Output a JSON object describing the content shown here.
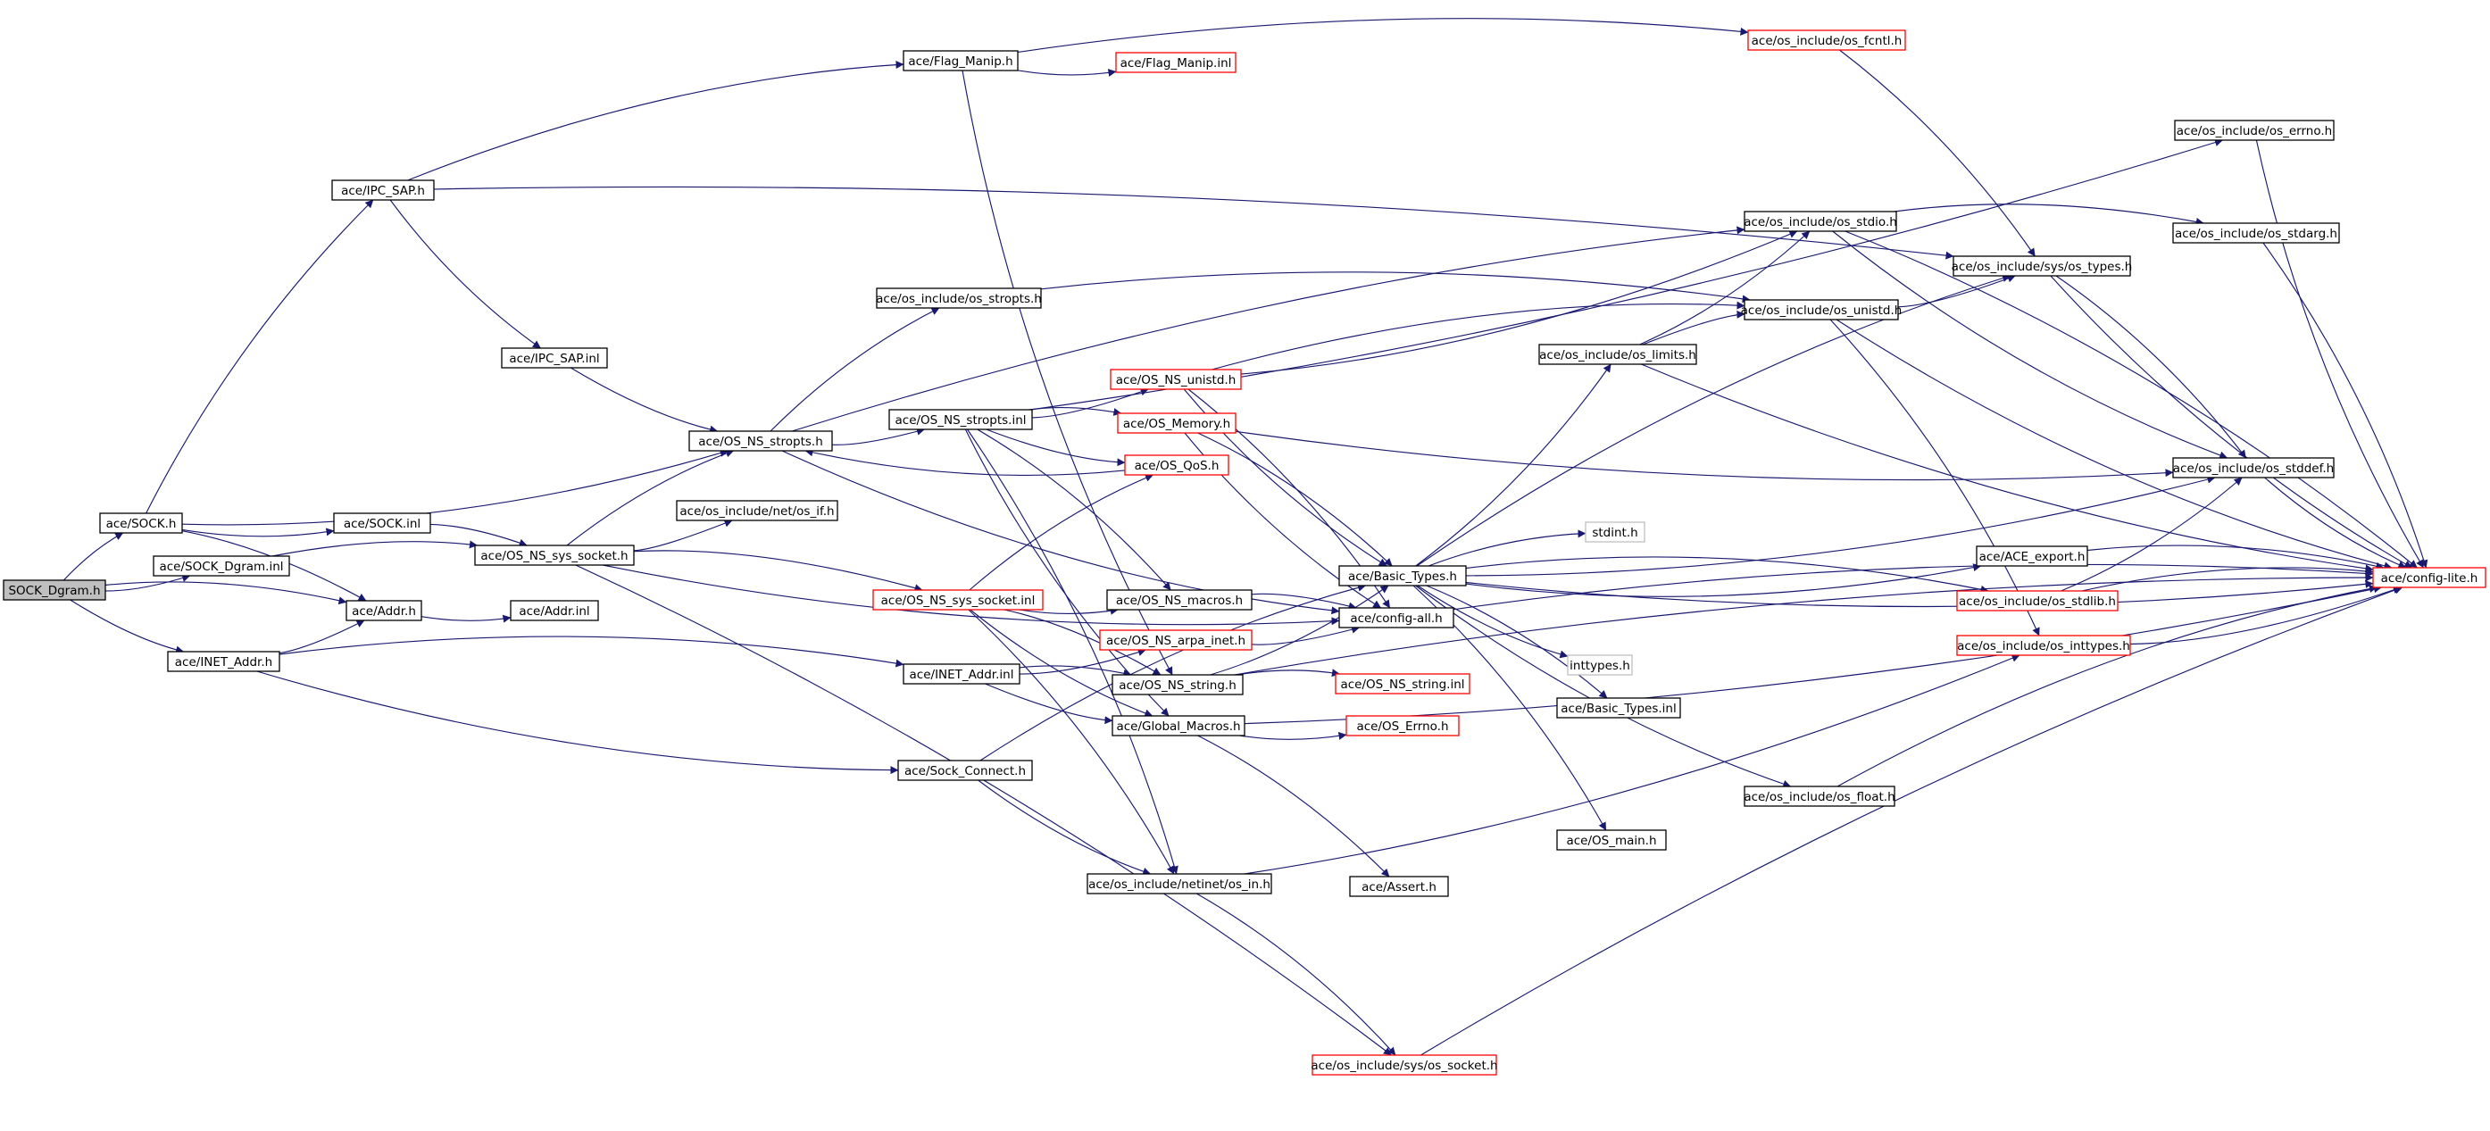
{
  "colors": {
    "edge": "#191970",
    "box_documented": "#000000",
    "box_undocumented": "#ff0000",
    "box_missing": "#bfbfbf",
    "root_fill": "#bfbfbf",
    "background": "#ffffff"
  },
  "nodes": [
    {
      "id": "SOCK_Dgram_h",
      "label": "SOCK_Dgram.h",
      "style": "root"
    },
    {
      "id": "SOCK_h",
      "label": "ace/SOCK.h",
      "style": "documented"
    },
    {
      "id": "SOCK_Dgram_inl",
      "label": "ace/SOCK_Dgram.inl",
      "style": "documented"
    },
    {
      "id": "INET_Addr_h",
      "label": "ace/INET_Addr.h",
      "style": "documented"
    },
    {
      "id": "IPC_SAP_h",
      "label": "ace/IPC_SAP.h",
      "style": "documented"
    },
    {
      "id": "IPC_SAP_inl",
      "label": "ace/IPC_SAP.inl",
      "style": "documented"
    },
    {
      "id": "SOCK_inl",
      "label": "ace/SOCK.inl",
      "style": "documented"
    },
    {
      "id": "Addr_h",
      "label": "ace/Addr.h",
      "style": "documented"
    },
    {
      "id": "Addr_inl",
      "label": "ace/Addr.inl",
      "style": "documented"
    },
    {
      "id": "OS_NS_stropts_h",
      "label": "ace/OS_NS_stropts.h",
      "style": "documented"
    },
    {
      "id": "OS_NS_sys_socket_h",
      "label": "ace/OS_NS_sys_socket.h",
      "style": "documented"
    },
    {
      "id": "os_if_h",
      "label": "ace/os_include/net/os_if.h",
      "style": "documented"
    },
    {
      "id": "Flag_Manip_h",
      "label": "ace/Flag_Manip.h",
      "style": "documented"
    },
    {
      "id": "Flag_Manip_inl",
      "label": "ace/Flag_Manip.inl",
      "style": "undocumented"
    },
    {
      "id": "os_stropts_h",
      "label": "ace/os_include/os_stropts.h",
      "style": "documented"
    },
    {
      "id": "OS_NS_stropts_inl",
      "label": "ace/OS_NS_stropts.inl",
      "style": "documented"
    },
    {
      "id": "OS_NS_sys_socket_inl",
      "label": "ace/OS_NS_sys_socket.inl",
      "style": "undocumented"
    },
    {
      "id": "INET_Addr_inl",
      "label": "ace/INET_Addr.inl",
      "style": "documented"
    },
    {
      "id": "Sock_Connect_h",
      "label": "ace/Sock_Connect.h",
      "style": "documented"
    },
    {
      "id": "OS_NS_unistd_h",
      "label": "ace/OS_NS_unistd.h",
      "style": "undocumented"
    },
    {
      "id": "OS_Memory_h",
      "label": "ace/OS_Memory.h",
      "style": "undocumented"
    },
    {
      "id": "OS_QoS_h",
      "label": "ace/OS_QoS.h",
      "style": "undocumented"
    },
    {
      "id": "OS_NS_macros_h",
      "label": "ace/OS_NS_macros.h",
      "style": "documented"
    },
    {
      "id": "OS_NS_arpa_inet_h",
      "label": "ace/OS_NS_arpa_inet.h",
      "style": "undocumented"
    },
    {
      "id": "OS_NS_string_h",
      "label": "ace/OS_NS_string.h",
      "style": "documented"
    },
    {
      "id": "Global_Macros_h",
      "label": "ace/Global_Macros.h",
      "style": "documented"
    },
    {
      "id": "os_in_h",
      "label": "ace/os_include/netinet/os_in.h",
      "style": "documented"
    },
    {
      "id": "os_socket_h",
      "label": "ace/os_include/sys/os_socket.h",
      "style": "undocumented"
    },
    {
      "id": "Basic_Types_h",
      "label": "ace/Basic_Types.h",
      "style": "documented"
    },
    {
      "id": "config_all_h",
      "label": "ace/config-all.h",
      "style": "documented"
    },
    {
      "id": "OS_NS_string_inl",
      "label": "ace/OS_NS_string.inl",
      "style": "undocumented"
    },
    {
      "id": "OS_Errno_h",
      "label": "ace/OS_Errno.h",
      "style": "undocumented"
    },
    {
      "id": "Assert_h",
      "label": "ace/Assert.h",
      "style": "documented"
    },
    {
      "id": "os_fcntl_h",
      "label": "ace/os_include/os_fcntl.h",
      "style": "undocumented"
    },
    {
      "id": "os_errno_h",
      "label": "ace/os_include/os_errno.h",
      "style": "documented"
    },
    {
      "id": "os_stdio_h",
      "label": "ace/os_include/os_stdio.h",
      "style": "documented"
    },
    {
      "id": "os_stdarg_h",
      "label": "ace/os_include/os_stdarg.h",
      "style": "documented"
    },
    {
      "id": "os_types_h",
      "label": "ace/os_include/sys/os_types.h",
      "style": "documented"
    },
    {
      "id": "os_unistd_h",
      "label": "ace/os_include/os_unistd.h",
      "style": "documented"
    },
    {
      "id": "os_limits_h",
      "label": "ace/os_include/os_limits.h",
      "style": "documented"
    },
    {
      "id": "os_stddef_h",
      "label": "ace/os_include/os_stddef.h",
      "style": "documented"
    },
    {
      "id": "stdint_h",
      "label": "stdint.h",
      "style": "missing"
    },
    {
      "id": "inttypes_h",
      "label": "inttypes.h",
      "style": "missing"
    },
    {
      "id": "Basic_Types_inl",
      "label": "ace/Basic_Types.inl",
      "style": "documented"
    },
    {
      "id": "ACE_export_h",
      "label": "ace/ACE_export.h",
      "style": "documented"
    },
    {
      "id": "os_stdlib_h",
      "label": "ace/os_include/os_stdlib.h",
      "style": "undocumented"
    },
    {
      "id": "os_inttypes_h",
      "label": "ace/os_include/os_inttypes.h",
      "style": "undocumented"
    },
    {
      "id": "os_float_h",
      "label": "ace/os_include/os_float.h",
      "style": "documented"
    },
    {
      "id": "OS_main_h",
      "label": "ace/OS_main.h",
      "style": "documented"
    },
    {
      "id": "config_lite_h",
      "label": "ace/config-lite.h",
      "style": "undocumented"
    }
  ],
  "edges": [
    [
      "SOCK_Dgram_h",
      "SOCK_h"
    ],
    [
      "SOCK_Dgram_h",
      "SOCK_Dgram_inl"
    ],
    [
      "SOCK_Dgram_h",
      "Addr_h"
    ],
    [
      "SOCK_Dgram_h",
      "INET_Addr_h"
    ],
    [
      "SOCK_h",
      "IPC_SAP_h"
    ],
    [
      "SOCK_h",
      "SOCK_inl"
    ],
    [
      "SOCK_h",
      "Addr_h"
    ],
    [
      "SOCK_h",
      "OS_NS_stropts_h"
    ],
    [
      "SOCK_Dgram_inl",
      "OS_NS_sys_socket_h"
    ],
    [
      "INET_Addr_h",
      "Addr_h"
    ],
    [
      "INET_Addr_h",
      "INET_Addr_inl"
    ],
    [
      "INET_Addr_h",
      "Sock_Connect_h"
    ],
    [
      "IPC_SAP_h",
      "Flag_Manip_h"
    ],
    [
      "IPC_SAP_h",
      "IPC_SAP_inl"
    ],
    [
      "IPC_SAP_h",
      "os_types_h"
    ],
    [
      "IPC_SAP_inl",
      "OS_NS_stropts_h"
    ],
    [
      "SOCK_inl",
      "OS_NS_sys_socket_h"
    ],
    [
      "Addr_h",
      "Addr_inl"
    ],
    [
      "OS_NS_stropts_h",
      "os_stropts_h"
    ],
    [
      "OS_NS_stropts_h",
      "OS_NS_stropts_inl"
    ],
    [
      "OS_NS_stropts_h",
      "os_stdio_h"
    ],
    [
      "OS_NS_stropts_h",
      "config_all_h"
    ],
    [
      "OS_NS_sys_socket_h",
      "OS_NS_stropts_h"
    ],
    [
      "OS_NS_sys_socket_h",
      "os_if_h"
    ],
    [
      "OS_NS_sys_socket_h",
      "OS_NS_sys_socket_inl"
    ],
    [
      "OS_NS_sys_socket_h",
      "config_all_h"
    ],
    [
      "OS_NS_sys_socket_h",
      "os_socket_h"
    ],
    [
      "Flag_Manip_h",
      "Flag_Manip_inl"
    ],
    [
      "Flag_Manip_h",
      "os_fcntl_h"
    ],
    [
      "Flag_Manip_h",
      "OS_NS_string_h"
    ],
    [
      "os_stropts_h",
      "os_unistd_h"
    ],
    [
      "OS_NS_stropts_inl",
      "OS_NS_unistd_h"
    ],
    [
      "OS_NS_stropts_inl",
      "OS_Memory_h"
    ],
    [
      "OS_NS_stropts_inl",
      "OS_QoS_h"
    ],
    [
      "OS_NS_stropts_inl",
      "OS_NS_macros_h"
    ],
    [
      "OS_NS_stropts_inl",
      "Global_Macros_h"
    ],
    [
      "OS_NS_stropts_inl",
      "os_in_h"
    ],
    [
      "OS_NS_stropts_inl",
      "os_errno_h"
    ],
    [
      "OS_NS_sys_socket_inl",
      "OS_QoS_h"
    ],
    [
      "OS_NS_sys_socket_inl",
      "OS_NS_macros_h"
    ],
    [
      "OS_NS_sys_socket_inl",
      "OS_NS_string_h"
    ],
    [
      "OS_NS_sys_socket_inl",
      "Global_Macros_h"
    ],
    [
      "OS_NS_sys_socket_inl",
      "os_in_h"
    ],
    [
      "INET_Addr_inl",
      "OS_NS_arpa_inet_h"
    ],
    [
      "INET_Addr_inl",
      "OS_NS_string_h"
    ],
    [
      "INET_Addr_inl",
      "Global_Macros_h"
    ],
    [
      "Sock_Connect_h",
      "Basic_Types_h"
    ],
    [
      "Sock_Connect_h",
      "os_in_h"
    ],
    [
      "OS_QoS_h",
      "OS_NS_stropts_h"
    ],
    [
      "OS_NS_unistd_h",
      "os_stdio_h"
    ],
    [
      "OS_NS_unistd_h",
      "os_unistd_h"
    ],
    [
      "OS_NS_unistd_h",
      "Basic_Types_h"
    ],
    [
      "OS_NS_unistd_h",
      "config_all_h"
    ],
    [
      "OS_Memory_h",
      "os_stddef_h"
    ],
    [
      "OS_Memory_h",
      "Basic_Types_h"
    ],
    [
      "OS_Memory_h",
      "config_all_h"
    ],
    [
      "OS_NS_macros_h",
      "config_all_h"
    ],
    [
      "OS_NS_arpa_inet_h",
      "config_all_h"
    ],
    [
      "OS_NS_string_h",
      "OS_NS_string_inl"
    ],
    [
      "OS_NS_string_h",
      "Basic_Types_h"
    ],
    [
      "OS_NS_string_h",
      "config_lite_h"
    ],
    [
      "Global_Macros_h",
      "OS_Errno_h"
    ],
    [
      "Global_Macros_h",
      "Assert_h"
    ],
    [
      "Global_Macros_h",
      "config_lite_h"
    ],
    [
      "os_in_h",
      "os_socket_h"
    ],
    [
      "os_in_h",
      "os_inttypes_h"
    ],
    [
      "os_socket_h",
      "config_lite_h"
    ],
    [
      "Basic_Types_h",
      "os_limits_h"
    ],
    [
      "Basic_Types_h",
      "os_types_h"
    ],
    [
      "Basic_Types_h",
      "os_stddef_h"
    ],
    [
      "Basic_Types_h",
      "stdint_h"
    ],
    [
      "Basic_Types_h",
      "ACE_export_h"
    ],
    [
      "Basic_Types_h",
      "os_stdlib_h"
    ],
    [
      "Basic_Types_h",
      "inttypes_h"
    ],
    [
      "Basic_Types_h",
      "Basic_Types_inl"
    ],
    [
      "Basic_Types_h",
      "os_float_h"
    ],
    [
      "Basic_Types_h",
      "OS_main_h"
    ],
    [
      "Basic_Types_h",
      "config_lite_h"
    ],
    [
      "config_all_h",
      "config_lite_h"
    ],
    [
      "os_limits_h",
      "os_stdio_h"
    ],
    [
      "os_limits_h",
      "os_unistd_h"
    ],
    [
      "os_limits_h",
      "config_lite_h"
    ],
    [
      "os_stdio_h",
      "os_stdarg_h"
    ],
    [
      "os_stdio_h",
      "os_stddef_h"
    ],
    [
      "os_stdio_h",
      "config_lite_h"
    ],
    [
      "os_unistd_h",
      "os_types_h"
    ],
    [
      "os_unistd_h",
      "os_inttypes_h"
    ],
    [
      "os_unistd_h",
      "config_lite_h"
    ],
    [
      "os_types_h",
      "os_stddef_h"
    ],
    [
      "os_types_h",
      "config_lite_h"
    ],
    [
      "os_fcntl_h",
      "os_types_h"
    ],
    [
      "os_errno_h",
      "config_lite_h"
    ],
    [
      "os_stdarg_h",
      "config_lite_h"
    ],
    [
      "os_stddef_h",
      "config_lite_h"
    ],
    [
      "ACE_export_h",
      "config_lite_h"
    ],
    [
      "os_stdlib_h",
      "os_stddef_h"
    ],
    [
      "os_stdlib_h",
      "config_lite_h"
    ],
    [
      "os_inttypes_h",
      "config_lite_h"
    ],
    [
      "os_float_h",
      "config_lite_h"
    ]
  ]
}
